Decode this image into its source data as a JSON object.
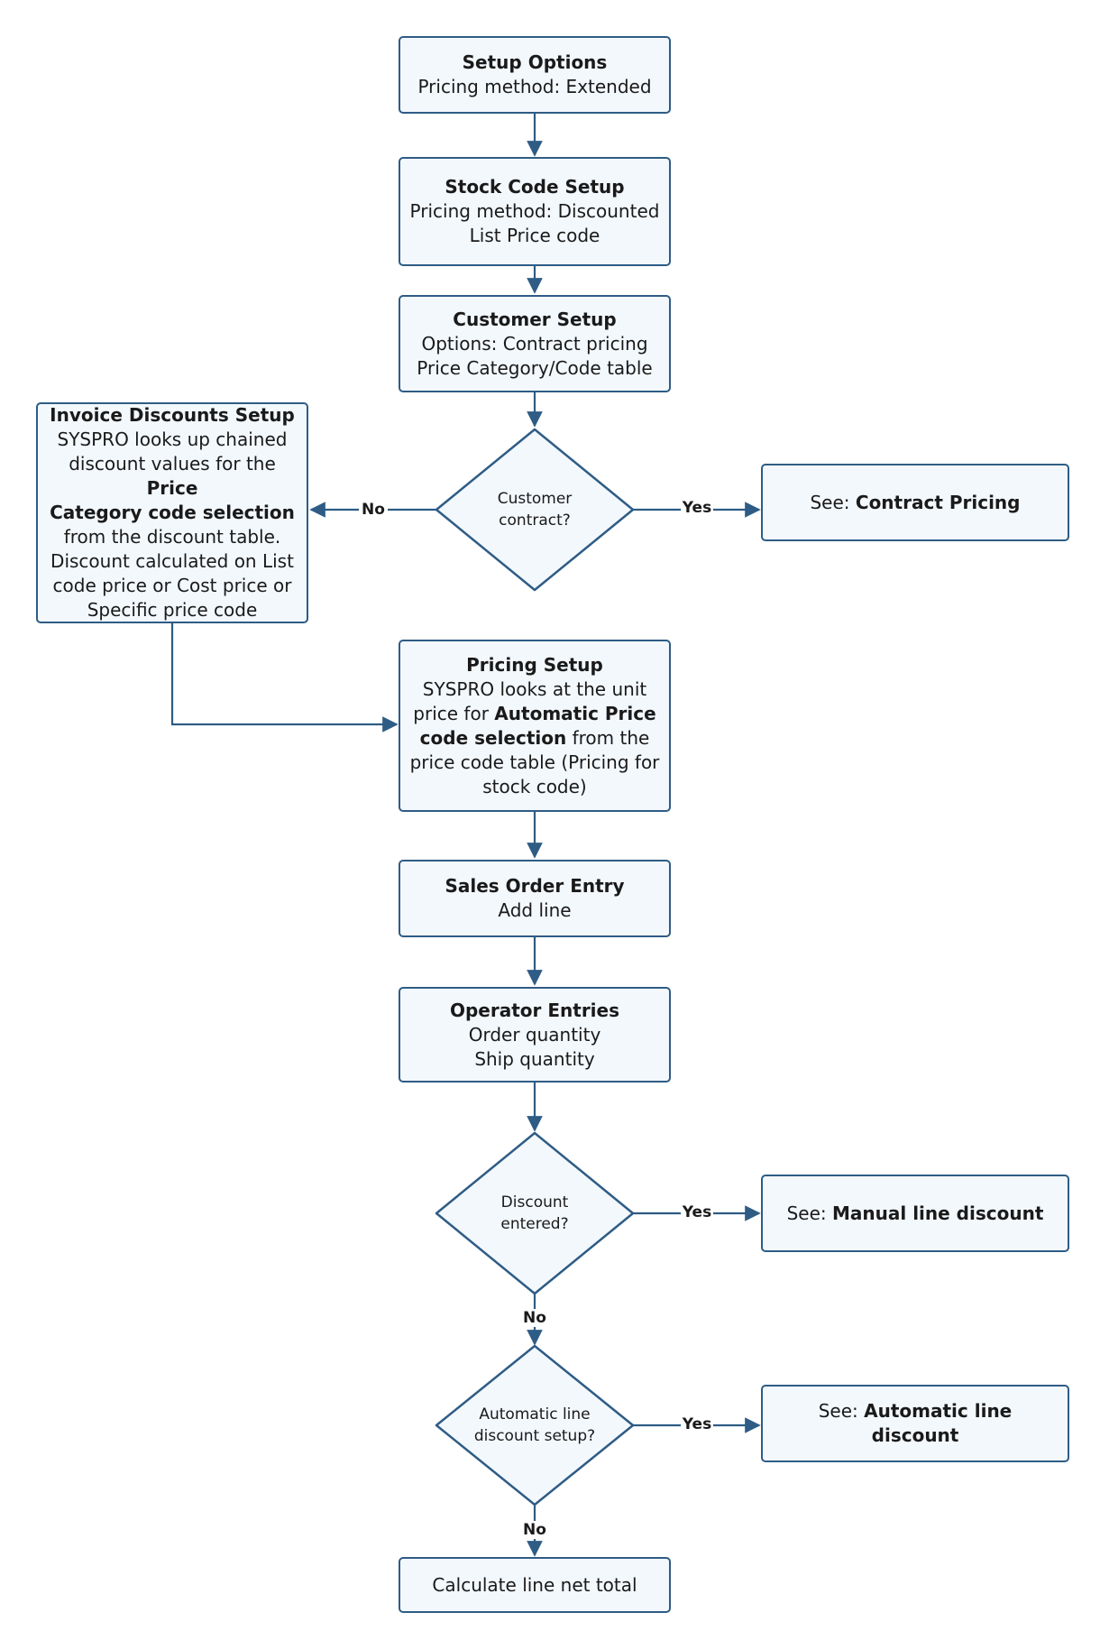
{
  "nodes": {
    "setup_options": {
      "title": "Setup Options",
      "lines": [
        "Pricing method: Extended"
      ]
    },
    "stock_code_setup": {
      "title": "Stock Code Setup",
      "lines": [
        "Pricing method: Discounted",
        "List Price code"
      ]
    },
    "customer_setup": {
      "title": "Customer Setup",
      "lines": [
        "Options: Contract pricing",
        "Price Category/Code table"
      ]
    },
    "invoice_discounts_setup": {
      "title": "Invoice Discounts Setup",
      "l1": "SYSPRO looks up chained",
      "l2a": "discount values for the ",
      "l2b": "Price",
      "l3": "Category code selection",
      "l4": "from the discount table.",
      "l5": "Discount calculated on List",
      "l6": "code price or Cost price or",
      "l7": "Specific price code"
    },
    "contract_pricing": {
      "prefix": "See: ",
      "bold": "Contract Pricing"
    },
    "pricing_setup": {
      "title": "Pricing Setup",
      "l1": "SYSPRO looks at the unit",
      "l2a": "price for ",
      "l2b": "Automatic Price",
      "l3a": "code selection",
      "l3b": " from the",
      "l4": "price code table (Pricing for",
      "l5": "stock code)"
    },
    "sales_order_entry": {
      "title": "Sales Order Entry",
      "lines": [
        "Add line"
      ]
    },
    "operator_entries": {
      "title": "Operator Entries",
      "lines": [
        "Order quantity",
        "Ship quantity"
      ]
    },
    "manual_line_discount": {
      "prefix": "See: ",
      "bold": "Manual line discount"
    },
    "automatic_line_discount": {
      "prefix": "See: ",
      "bold": "Automatic line discount"
    },
    "calculate_line_net_total": {
      "text": "Calculate line net total"
    }
  },
  "decisions": {
    "customer_contract": [
      "Customer",
      "contract?"
    ],
    "discount_entered": [
      "Discount",
      "entered?"
    ],
    "automatic_line_discount_setup": [
      "Automatic line",
      "discount setup?"
    ]
  },
  "edge_labels": {
    "customer_contract_no": "No",
    "customer_contract_yes": "Yes",
    "discount_entered_yes": "Yes",
    "discount_entered_no": "No",
    "auto_setup_yes": "Yes",
    "auto_setup_no": "No"
  },
  "colors": {
    "stroke": "#2e5c85",
    "fill": "#f3f8fd",
    "text": "#1a1a1a"
  }
}
